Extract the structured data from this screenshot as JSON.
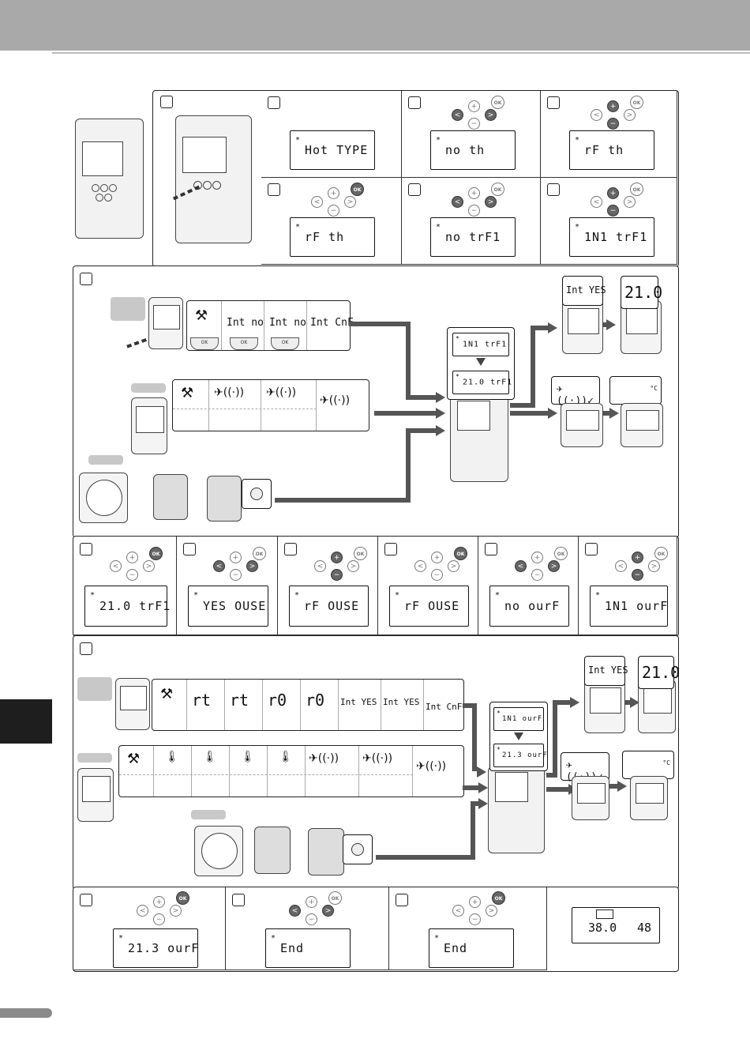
{
  "row1": {
    "cells": [
      {
        "line": "Hot  TYPE",
        "keys": null
      },
      {
        "line": "no   th",
        "keys": {
          "left": true,
          "right": true,
          "plus": false,
          "minus": false,
          "ok": false
        }
      },
      {
        "line": "rF   th",
        "keys": {
          "left": false,
          "right": false,
          "plus": true,
          "minus": true,
          "ok": false
        }
      },
      {
        "line": "rF   th",
        "keys": {
          "left": false,
          "right": false,
          "plus": false,
          "minus": false,
          "ok": true
        }
      },
      {
        "line": "no  trF1",
        "keys": {
          "left": true,
          "right": true,
          "plus": false,
          "minus": false,
          "ok": false
        }
      },
      {
        "line": "1N1  trF1",
        "keys": {
          "left": false,
          "right": false,
          "plus": true,
          "minus": true,
          "ok": false
        }
      }
    ]
  },
  "sec1": {
    "strip1": [
      "Int no",
      "Int no",
      "Int CnF"
    ],
    "ctrl_top": "1N1  trF1",
    "ctrl_bot": "21.0  trF1",
    "bubble_int": "Int YES",
    "bubble_temp": "21.0",
    "unit_c": "°C"
  },
  "row2": {
    "cells": [
      {
        "line": "21.0  trF1",
        "keys": {
          "left": false,
          "right": false,
          "plus": false,
          "minus": false,
          "ok": true
        }
      },
      {
        "line": "YES  OUSE",
        "keys": {
          "left": true,
          "right": true,
          "plus": false,
          "minus": false,
          "ok": false
        }
      },
      {
        "line": "rF   OUSE",
        "keys": {
          "left": false,
          "right": false,
          "plus": true,
          "minus": true,
          "ok": false
        }
      },
      {
        "line": "rF   OUSE",
        "keys": {
          "left": false,
          "right": false,
          "plus": false,
          "minus": false,
          "ok": true
        }
      },
      {
        "line": "no   ourF",
        "keys": {
          "left": true,
          "right": true,
          "plus": false,
          "minus": false,
          "ok": false
        }
      },
      {
        "line": "1N1  ourF",
        "keys": {
          "left": false,
          "right": false,
          "plus": true,
          "minus": true,
          "ok": false
        }
      }
    ]
  },
  "sec2": {
    "strip1": [
      "rt",
      "rt",
      "r0",
      "r0",
      "Int YES",
      "Int YES",
      "Int CnF"
    ],
    "ctrl_top": "1N1  ourF",
    "ctrl_bot": "21.3  ourF",
    "bubble_int": "Int YES",
    "bubble_temp": "21.0",
    "unit_c": "°C"
  },
  "row3": {
    "cells": [
      {
        "line": "21.3  ourF",
        "keys": {
          "left": false,
          "right": false,
          "plus": false,
          "minus": false,
          "ok": true
        }
      },
      {
        "line": "End",
        "keys": {
          "left": true,
          "right": true,
          "plus": false,
          "minus": false,
          "ok": false
        }
      },
      {
        "line": "End",
        "keys": {
          "left": false,
          "right": false,
          "plus": false,
          "minus": false,
          "ok": true
        }
      }
    ],
    "final_left": "38.0",
    "final_right": "48"
  },
  "key_labels": {
    "plus": "+",
    "minus": "−",
    "left": "<",
    "right": ">",
    "ok": "OK"
  }
}
